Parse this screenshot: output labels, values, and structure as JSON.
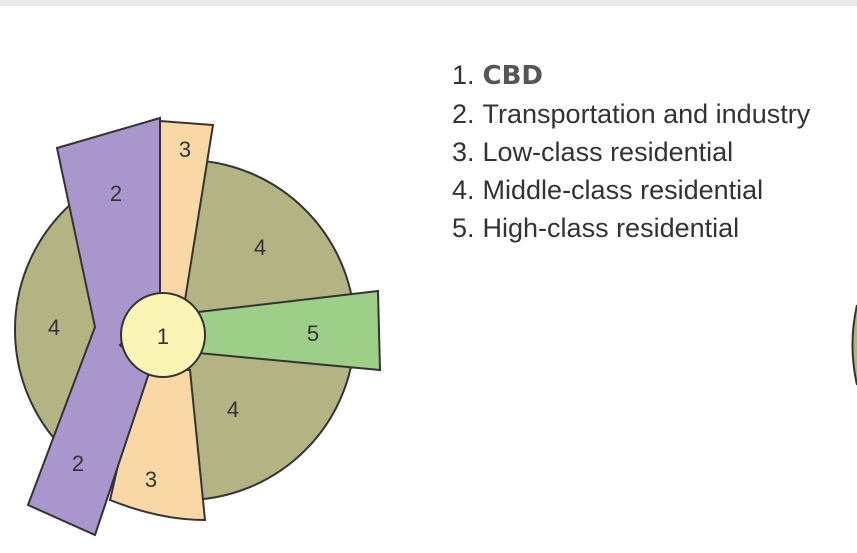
{
  "diagram": {
    "zones": [
      {
        "id": "1",
        "label": "1",
        "color": "#faf5b4"
      },
      {
        "id": "2",
        "label": "2",
        "color": "#a996cc"
      },
      {
        "id": "3",
        "label": "3",
        "color": "#f9d8a6"
      },
      {
        "id": "4",
        "label": "4",
        "color": "#b4b384"
      },
      {
        "id": "5",
        "label": "5",
        "color": "#9ecf88"
      }
    ],
    "outline_color": "#333333"
  },
  "legend": {
    "items": [
      {
        "num": "1.",
        "text": "CBD"
      },
      {
        "num": "2.",
        "text": "Transportation and industry"
      },
      {
        "num": "3.",
        "text": "Low-class residential"
      },
      {
        "num": "4.",
        "text": "Middle-class residential"
      },
      {
        "num": "5.",
        "text": "High-class residential"
      }
    ]
  }
}
